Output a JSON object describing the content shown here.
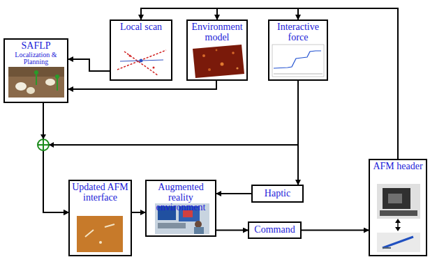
{
  "diagram": {
    "nodes": [
      {
        "text": [
          "SAFLP",
          "Localization & Planning"
        ]
      },
      {
        "text": [
          "Local scan"
        ]
      },
      {
        "text": [
          "Environment model"
        ]
      },
      {
        "text": [
          "Interactive force"
        ]
      },
      {
        "text": [
          "Updated AFM interface"
        ]
      },
      {
        "text": [
          "Augmented reality environment"
        ]
      },
      {
        "text": [
          "Haptic"
        ]
      },
      {
        "text": [
          "Command"
        ]
      },
      {
        "text": [
          "AFM header"
        ]
      }
    ],
    "edges": [
      {
        "from": 8,
        "to": 1,
        "arrow": "to"
      },
      {
        "from": 8,
        "to": 2,
        "arrow": "to"
      },
      {
        "from": 8,
        "to": 3,
        "arrow": "to"
      },
      {
        "from": 1,
        "to": 0,
        "arrow": "to"
      },
      {
        "from": 2,
        "to": 0,
        "arrow": "to"
      },
      {
        "from": 3,
        "to": 4,
        "arrow": "to"
      },
      {
        "from": 3,
        "to": 6,
        "arrow": "to"
      },
      {
        "from": 0,
        "to": 4,
        "arrow": "to"
      },
      {
        "from": 4,
        "to": 5,
        "arrow": "to"
      },
      {
        "from": 6,
        "to": 5,
        "arrow": "to"
      },
      {
        "from": 5,
        "to": 7,
        "arrow": "to"
      },
      {
        "from": 7,
        "to": 8,
        "arrow": "to"
      }
    ]
  }
}
